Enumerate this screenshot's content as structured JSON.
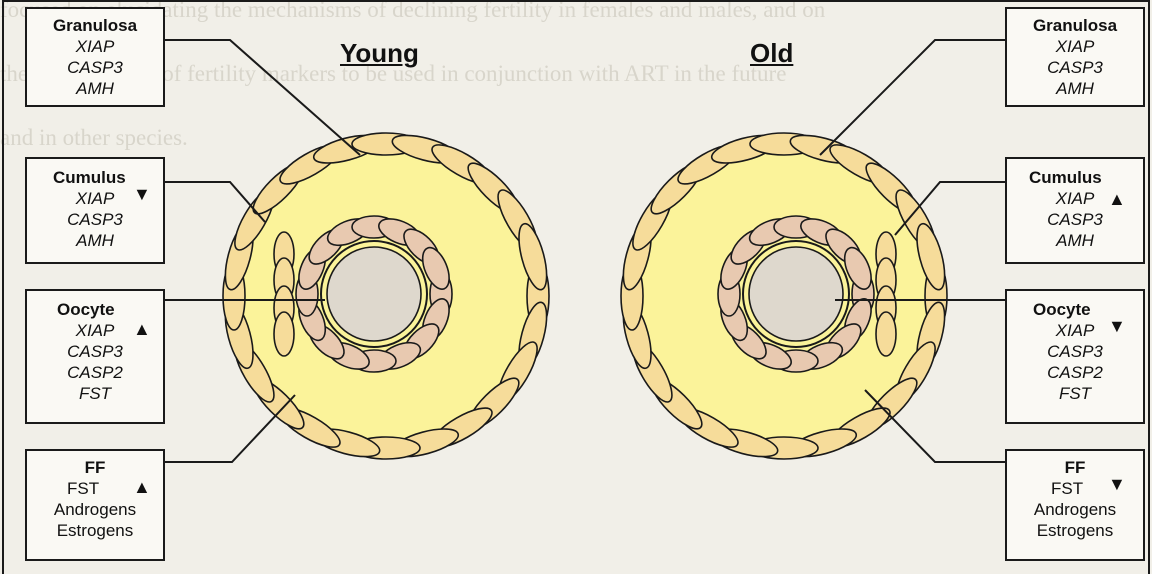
{
  "background_text": [
    "focused on elucidating the mechanisms of declining fertility in females and males, and on",
    "the identification of fertility markers to be used in conjunction with ART in the future",
    "and in other species."
  ],
  "titles": {
    "young": "Young",
    "old": "Old"
  },
  "young": {
    "granulosa": {
      "title": "Granulosa",
      "genes": [
        "XIAP",
        "CASP3",
        "AMH"
      ]
    },
    "cumulus": {
      "title": "Cumulus",
      "genes": [
        "XIAP",
        "CASP3",
        "AMH"
      ],
      "arrow": "▼"
    },
    "oocyte": {
      "title": "Oocyte",
      "genes": [
        "XIAP",
        "CASP3",
        "CASP2",
        "FST"
      ],
      "arrow": "▲"
    },
    "ff": {
      "title": "FF",
      "items": [
        "FST",
        "Androgens",
        "Estrogens"
      ],
      "arrow": "▲"
    }
  },
  "old": {
    "granulosa": {
      "title": "Granulosa",
      "genes": [
        "XIAP",
        "CASP3",
        "AMH"
      ]
    },
    "cumulus": {
      "title": "Cumulus",
      "genes": [
        "XIAP",
        "CASP3",
        "AMH"
      ],
      "arrow": "▲"
    },
    "oocyte": {
      "title": "Oocyte",
      "genes": [
        "XIAP",
        "CASP3",
        "CASP2",
        "FST"
      ],
      "arrow": "▼"
    },
    "ff": {
      "title": "FF",
      "items": [
        "FST",
        "Androgens",
        "Estrogens"
      ],
      "arrow": "▼"
    }
  },
  "colors": {
    "follicle_fill": "#fbf39a",
    "granulosa_cell": "#f6dc9a",
    "cumulus_cell": "#e8c9b0",
    "oocyte": "#ded8cd",
    "outline": "#1a1a1a"
  }
}
